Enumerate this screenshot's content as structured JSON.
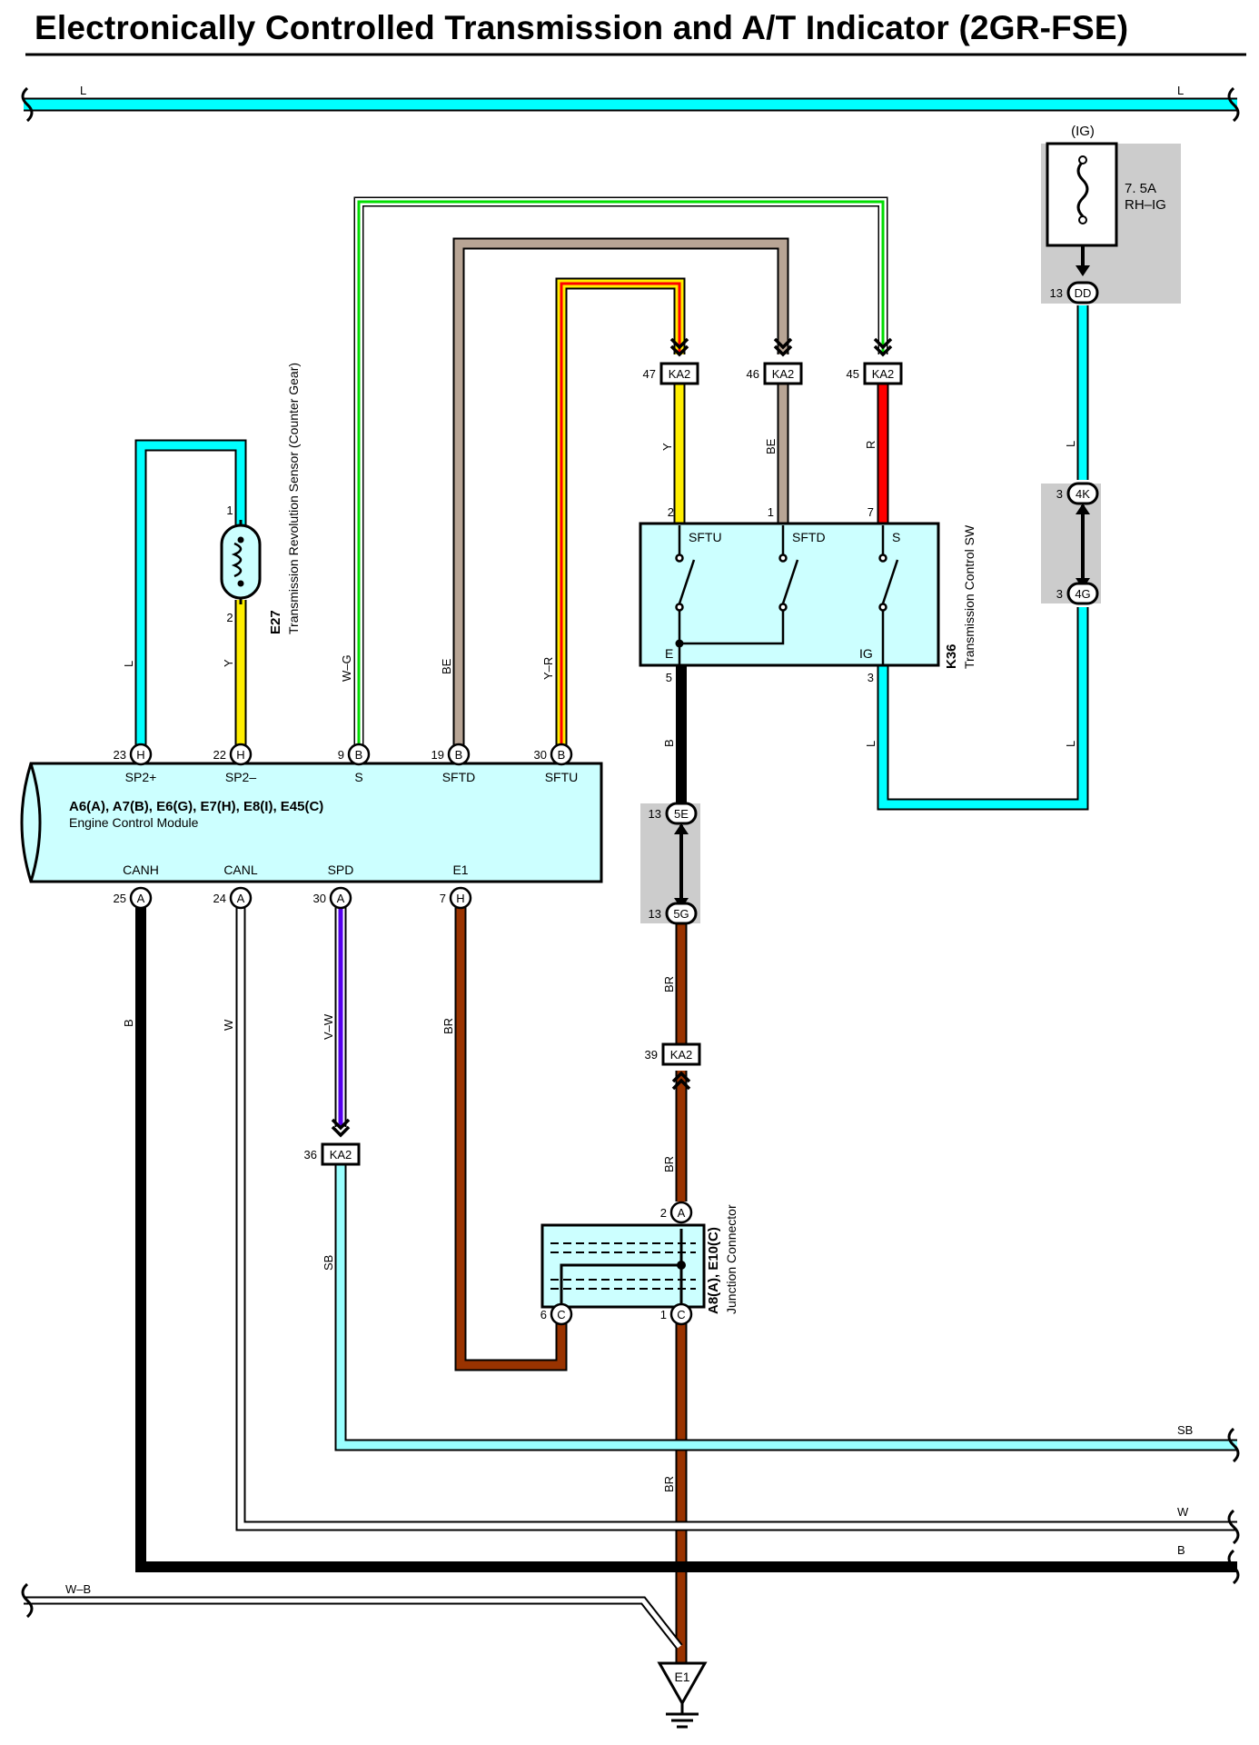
{
  "title": "Electronically Controlled Transmission and A/T Indicator (2GR-FSE)",
  "colors": {
    "L": "#00ffff",
    "SB": "#99ffff",
    "Y": "#ffee00",
    "BE": "#b8a595",
    "R": "#ff0000",
    "B": "#000000",
    "BR": "#993300",
    "W": "#ffffff",
    "G": "#00dd00",
    "V": "#5500ee",
    "component_fill": "#ccffff",
    "connector_box": "#cccccc"
  },
  "ground": {
    "label": "E1"
  },
  "icons": [
    "fuse-icon",
    "sensor-coil-icon",
    "switch-icon",
    "ground-icon",
    "wire-break-icon"
  ],
  "wire_labels": {
    "top_l_left": "L",
    "top_l_right": "L",
    "sensor_l": "L",
    "sensor_y": "Y",
    "s_wg": "W–G",
    "sftd_be": "BE",
    "sftu_yr": "Y–R",
    "sw_y": "Y",
    "sw_be": "BE",
    "sw_r": "R",
    "fuse_l": "L",
    "ig_l_right": "L",
    "ig_l_left": "L",
    "e_b": "B",
    "br_mid": "BR",
    "br_low": "BR",
    "br_ground": "BR",
    "canh_b": "B",
    "canl_w": "W",
    "spd_vw": "V–W",
    "e1_br": "BR",
    "sb": "SB",
    "bus_sb": "SB",
    "bus_w": "W",
    "bus_b": "B",
    "bus_wb": "W–B"
  },
  "fuse": {
    "source": "(IG)",
    "rating": "7. 5A",
    "name": "RH–IG",
    "pin": "13",
    "connector": "DD"
  },
  "relay_block": {
    "pin_top": "3",
    "conn_top": "4K",
    "pin_bottom": "3",
    "conn_bottom": "4G"
  },
  "sensor": {
    "code": "E27",
    "name": "Transmission Revolution Sensor (Counter Gear)",
    "pin_top": "1",
    "pin_bottom": "2"
  },
  "ecm": {
    "codes": "A6(A), A7(B), E6(G), E7(H), E8(I), E45(C)",
    "name": "Engine Control Module",
    "top_pins": [
      {
        "num": "23",
        "conn": "H",
        "label": "SP2+"
      },
      {
        "num": "22",
        "conn": "H",
        "label": "SP2–"
      },
      {
        "num": "9",
        "conn": "B",
        "label": "S"
      },
      {
        "num": "19",
        "conn": "B",
        "label": "SFTD"
      },
      {
        "num": "30",
        "conn": "B",
        "label": "SFTU"
      }
    ],
    "bottom_pins": [
      {
        "num": "25",
        "conn": "A",
        "label": "CANH"
      },
      {
        "num": "24",
        "conn": "A",
        "label": "CANL"
      },
      {
        "num": "30",
        "conn": "A",
        "label": "SPD"
      },
      {
        "num": "7",
        "conn": "H",
        "label": "E1"
      }
    ]
  },
  "switch": {
    "code": "K36",
    "name": "Transmission Control SW",
    "terms": [
      "SFTU",
      "SFTD",
      "S"
    ],
    "pins_top": [
      "2",
      "1",
      "7"
    ],
    "e_label": "E",
    "ig_label": "IG",
    "pin_e": "5",
    "pin_ig": "3"
  },
  "ka2_connectors": [
    {
      "pin": "47",
      "name": "KA2"
    },
    {
      "pin": "46",
      "name": "KA2"
    },
    {
      "pin": "45",
      "name": "KA2"
    },
    {
      "pin": "39",
      "name": "KA2"
    },
    {
      "pin": "36",
      "name": "KA2"
    }
  ],
  "jb_5": {
    "pin_top": "13",
    "conn_top": "5E",
    "pin_bottom": "13",
    "conn_bottom": "5G"
  },
  "junction": {
    "codes": "A8(A), E10(C)",
    "name": "Junction Connector",
    "pin_a": "2",
    "conn_a": "A",
    "pin_c6": "6",
    "conn_c6": "C",
    "pin_c1": "1",
    "conn_c1": "C"
  }
}
